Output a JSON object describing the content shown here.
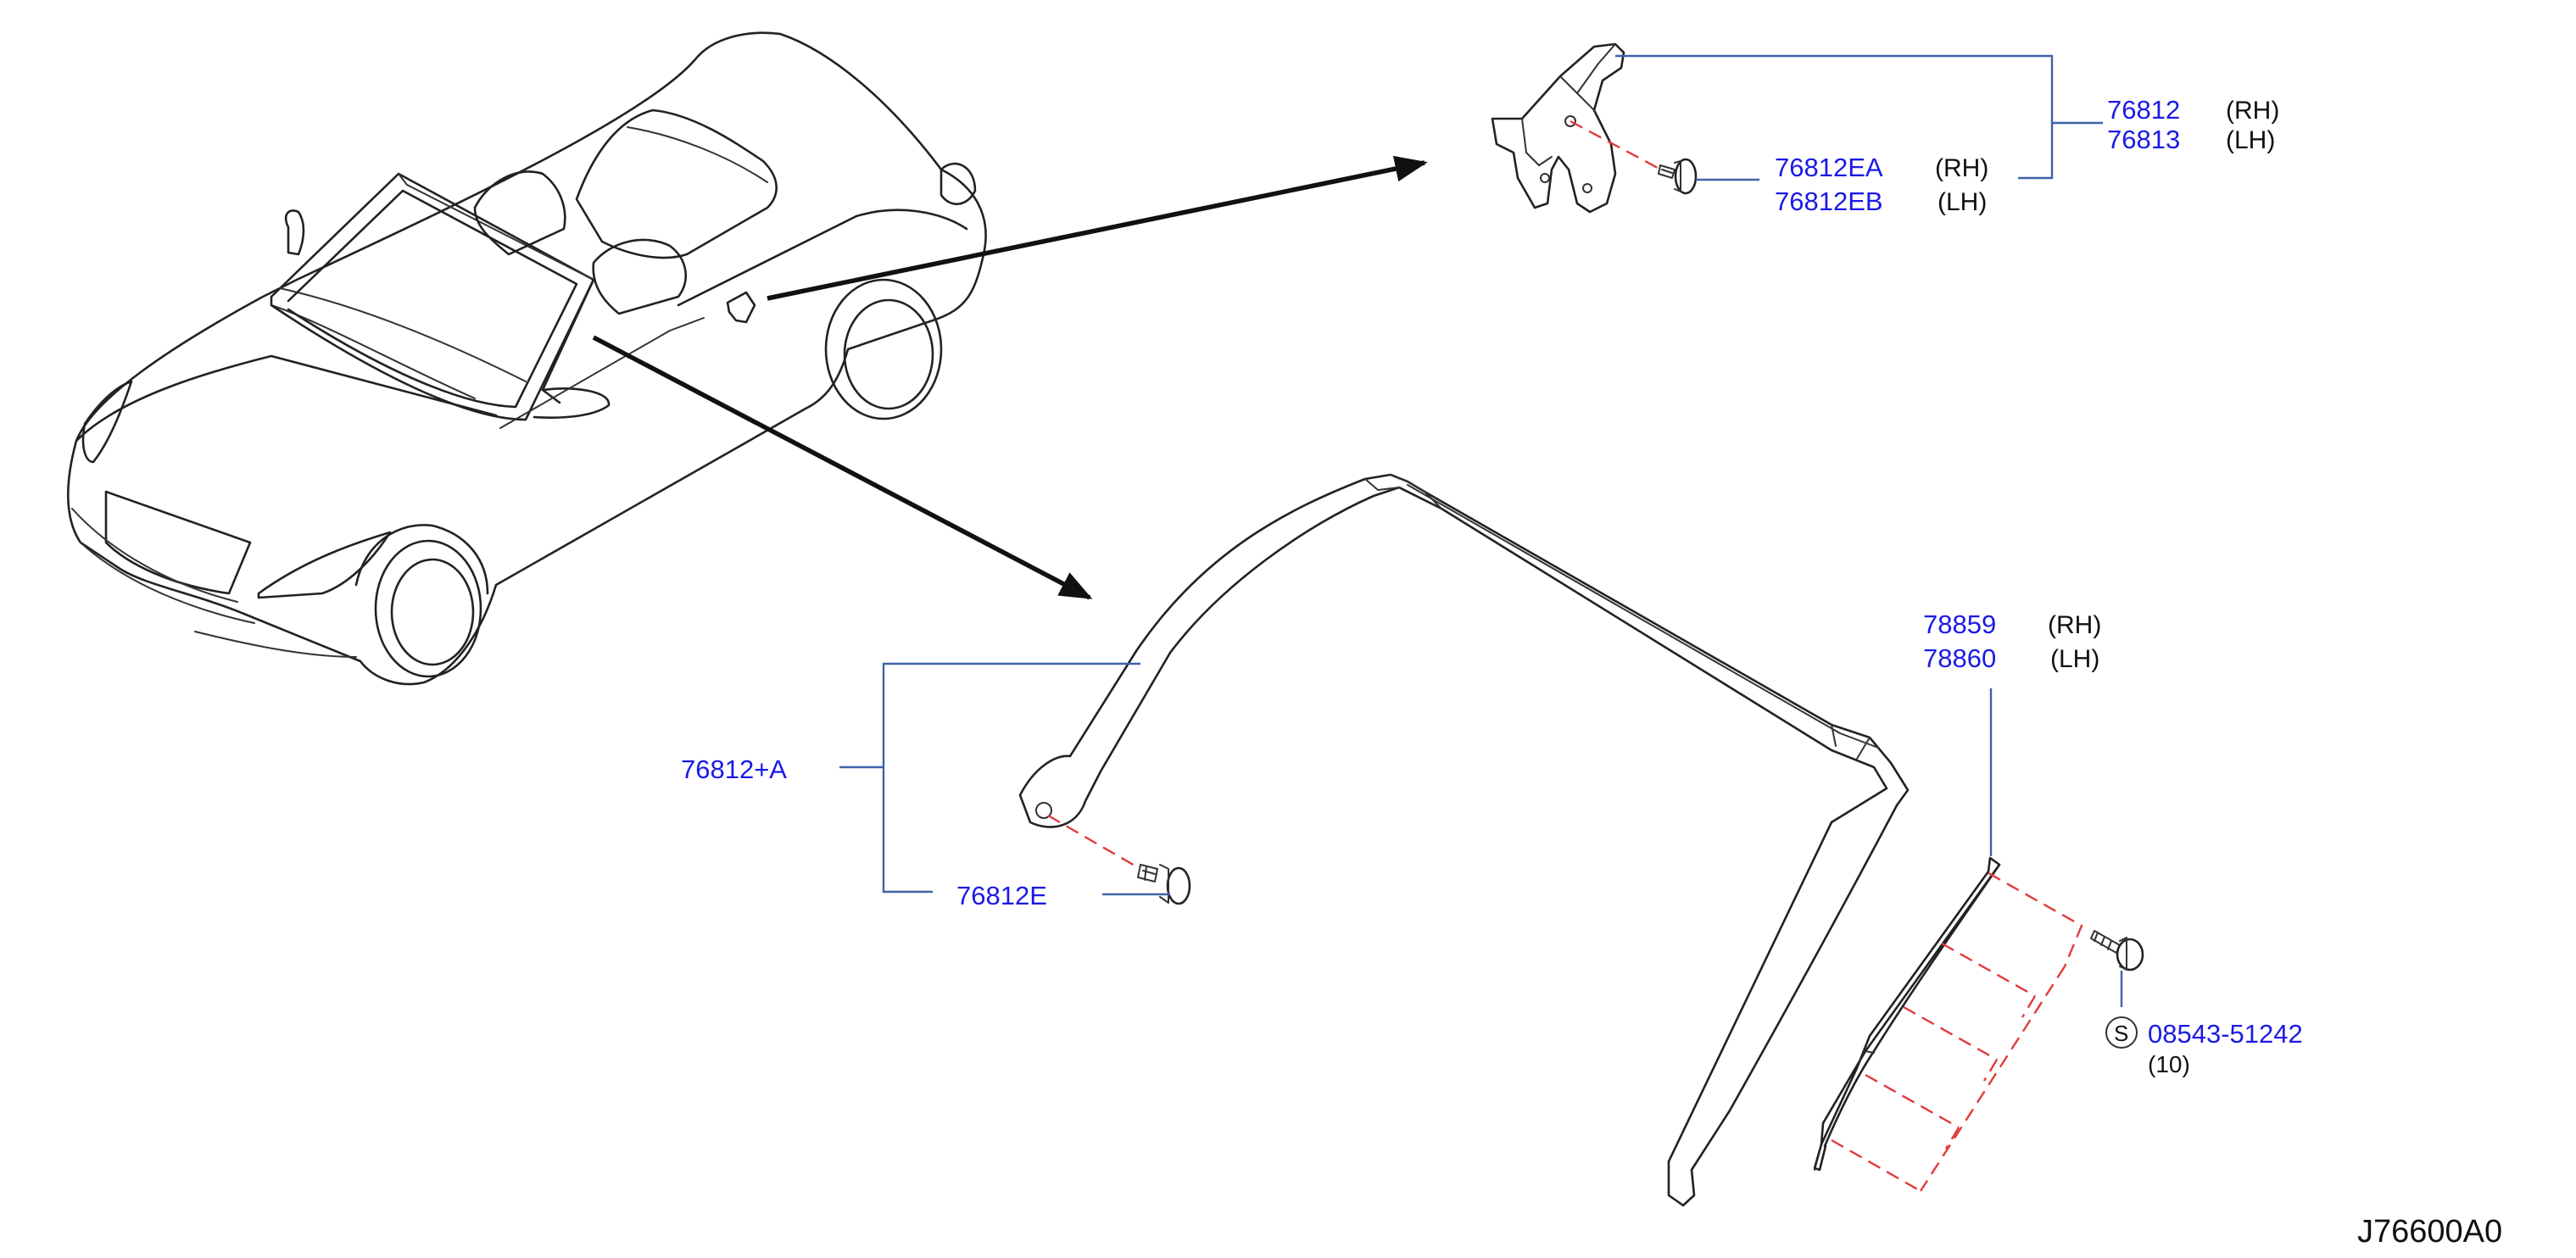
{
  "diagram": {
    "code": "J76600A0",
    "colors": {
      "part_number": "#1a1ae6",
      "leader": "#3d62a8",
      "hidden_line": "#e23b3b",
      "outline": "#222222"
    },
    "callouts": {
      "bracket_rh_pn": "76812",
      "bracket_rh_side": "(RH)",
      "bracket_lh_pn": "76813",
      "bracket_lh_side": "(LH)",
      "clip_rh_pn": "76812EA",
      "clip_rh_side": "(RH)",
      "clip_lh_pn": "76812EB",
      "clip_lh_side": "(LH)",
      "pillar_assy_pn": "76812+A",
      "pillar_clip_pn": "76812E",
      "molding_rh_pn": "78859",
      "molding_rh_side": "(RH)",
      "molding_lh_pn": "78860",
      "molding_lh_side": "(LH)",
      "screw_symbol": "S",
      "screw_pn": "08543-51242",
      "screw_qty": "(10)"
    },
    "icons": [
      "car-convertible-illustration",
      "bracket-icon",
      "clip-icon",
      "pillar-garnish-icon",
      "molding-strip-icon",
      "screw-icon"
    ]
  }
}
